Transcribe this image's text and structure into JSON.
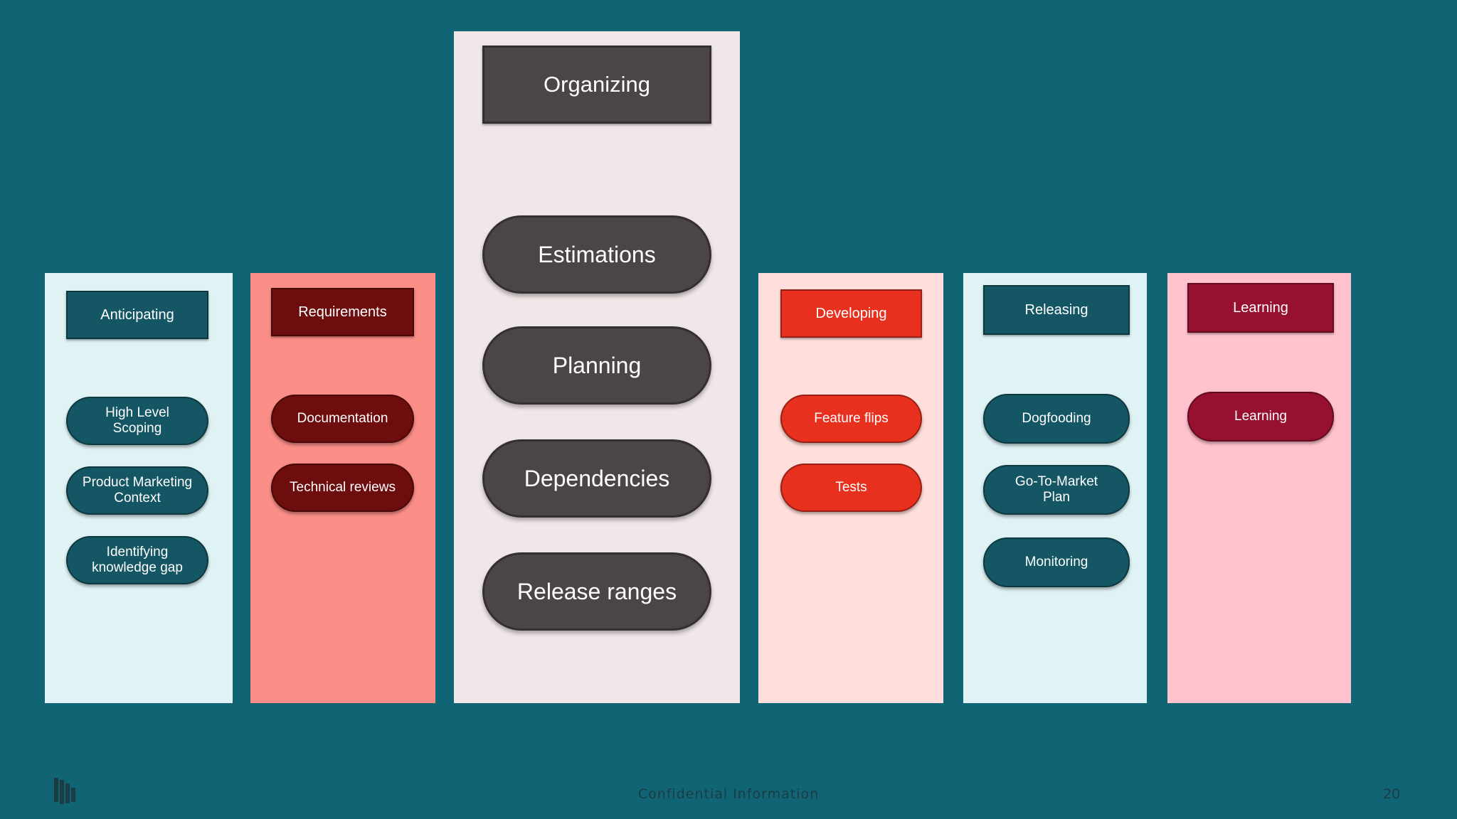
{
  "columns": [
    {
      "title": "Anticipating",
      "items": [
        "High Level\nScoping",
        "Product Marketing\nContext",
        "Identifying\nknowledge gap"
      ]
    },
    {
      "title": "Requirements",
      "items": [
        "Documentation",
        "Technical reviews"
      ]
    },
    {
      "title": "Organizing",
      "items": [
        "Estimations",
        "Planning",
        "Dependencies",
        "Release ranges"
      ]
    },
    {
      "title": "Developing",
      "items": [
        "Feature flips",
        "Tests"
      ]
    },
    {
      "title": "Releasing",
      "items": [
        "Dogfooding",
        "Go-To-Market\nPlan",
        "Monitoring"
      ]
    },
    {
      "title": "Learning",
      "items": [
        "Learning"
      ]
    }
  ],
  "colors": {
    "background": "#116474",
    "anticipating_panel": "#dff2f4",
    "requirements_panel": "#fb8e87",
    "organizing_panel": "#f1e7e8",
    "developing_panel": "#ffdfdb",
    "releasing_panel": "#dff2f4",
    "learning_panel": "#ffc3cf",
    "teal_dark": "#145663",
    "maroon": "#6d0d0d",
    "charcoal": "#4b4546",
    "red": "#e8301f",
    "crimson": "#97102f"
  },
  "footer": {
    "confidential": "Confidential Information",
    "page_number": "20",
    "logo_icon": "company-logo-icon"
  }
}
